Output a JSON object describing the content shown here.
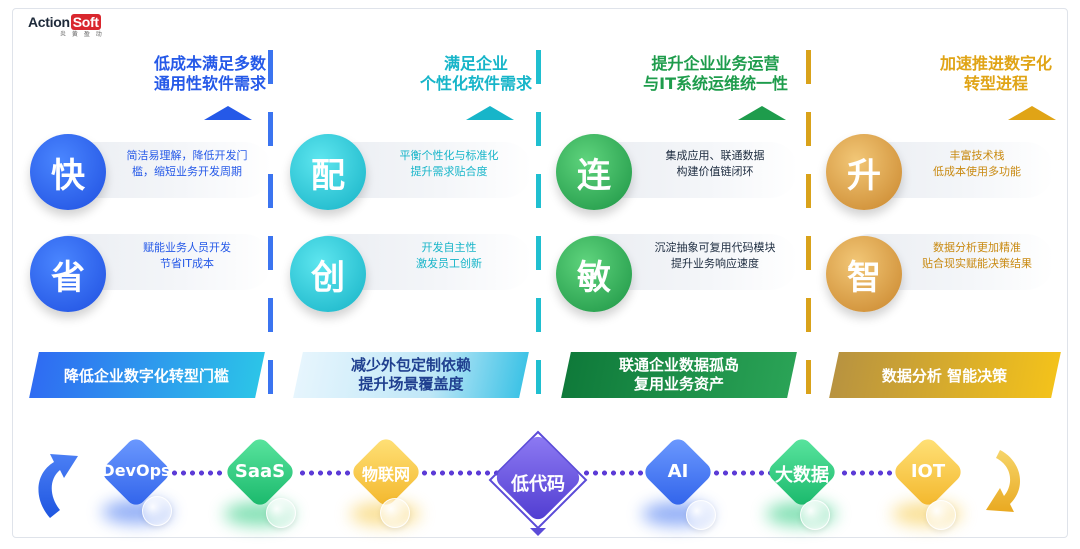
{
  "logo": {
    "main_a": "Action",
    "main_b": "Soft",
    "sub": "炎 黄 盈 动"
  },
  "columns": [
    {
      "title": [
        "低成本满足多数",
        "通用性软件需求"
      ],
      "color": "#2559e8",
      "items": [
        {
          "char": "快",
          "text": [
            "简洁易理解，降低开发门",
            "槛，缩短业务开发周期"
          ]
        },
        {
          "char": "省",
          "text": [
            "赋能业务人员开发",
            "节省IT成本"
          ]
        }
      ],
      "banner": [
        "降低企业数字化转型门槛"
      ]
    },
    {
      "title": [
        "满足企业",
        "个性化软件需求"
      ],
      "color": "#17b5c9",
      "items": [
        {
          "char": "配",
          "text": [
            "平衡个性化与标准化",
            "提升需求贴合度"
          ]
        },
        {
          "char": "创",
          "text": [
            "开发自主性",
            "激发员工创新"
          ]
        }
      ],
      "banner": [
        "减少外包定制依赖",
        "提升场景覆盖度"
      ]
    },
    {
      "title": [
        "提升企业业务运营",
        "与IT系统运维统一性"
      ],
      "color": "#1e9c4c",
      "items": [
        {
          "char": "连",
          "text": [
            "集成应用、联通数据",
            "构建价值链闭环"
          ]
        },
        {
          "char": "敏",
          "text": [
            "沉淀抽象可复用代码模块",
            "提升业务响应速度"
          ]
        }
      ],
      "banner": [
        "联通企业数据孤岛",
        "复用业务资产"
      ]
    },
    {
      "title": [
        "加速推进数字化",
        "转型进程"
      ],
      "color": "#d9a21a",
      "items": [
        {
          "char": "升",
          "text": [
            "丰富技术栈",
            "低成本使用多功能"
          ]
        },
        {
          "char": "智",
          "text": [
            "数据分析更加精准",
            "贴合现实赋能决策结果"
          ]
        }
      ],
      "banner": [
        "数据分析  智能决策"
      ]
    }
  ],
  "tech": [
    {
      "label": "DevOps",
      "color": "#3b6ff0"
    },
    {
      "label": "SaaS",
      "color": "#22c97a"
    },
    {
      "label": "物联网",
      "color": "#f6c842"
    },
    {
      "label": "低代码",
      "color": "#5b4bd8"
    },
    {
      "label": "AI",
      "color": "#3b6ff0"
    },
    {
      "label": "大数据",
      "color": "#22c97a"
    },
    {
      "label": "IOT",
      "color": "#f6c842"
    }
  ]
}
